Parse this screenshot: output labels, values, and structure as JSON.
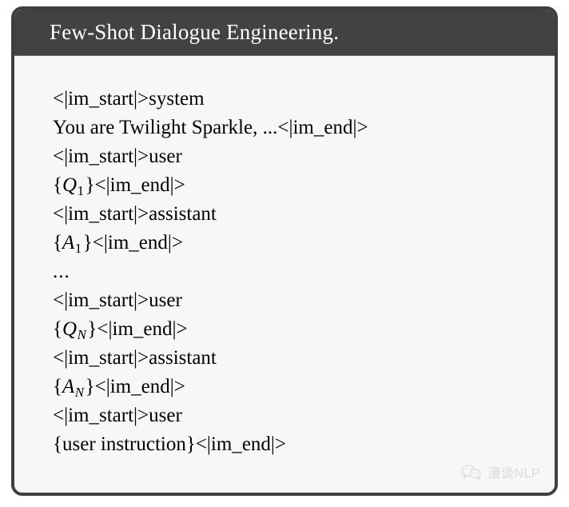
{
  "figure": {
    "title": "Few-Shot Dialogue Engineering.",
    "header_bg": "#424242",
    "body_bg": "#f7f7f7",
    "border_color": "#3f3f3f",
    "title_color": "#ffffff",
    "text_color": "#000000"
  },
  "prompt": {
    "lines": [
      {
        "id": "line-1",
        "text": "<|im_start|>system"
      },
      {
        "id": "line-2",
        "text": "You are Twilight Sparkle, ...<|im_end|>"
      },
      {
        "id": "line-3",
        "text": "<|im_start|>user"
      },
      {
        "id": "line-4",
        "prefix": "{",
        "var": "Q",
        "sub": "1",
        "sub_italic": false,
        "suffix": "}<|im_end|>"
      },
      {
        "id": "line-5",
        "text": "<|im_start|>assistant"
      },
      {
        "id": "line-6",
        "prefix": "{",
        "var": "A",
        "sub": "1",
        "sub_italic": false,
        "suffix": "}<|im_end|>"
      },
      {
        "id": "line-7",
        "text": "..."
      },
      {
        "id": "line-8",
        "text": "<|im_start|>user"
      },
      {
        "id": "line-9",
        "prefix": "{",
        "var": "Q",
        "sub": "N",
        "sub_italic": true,
        "suffix": "}<|im_end|>"
      },
      {
        "id": "line-10",
        "text": "<|im_start|>assistant"
      },
      {
        "id": "line-11",
        "prefix": "{",
        "var": "A",
        "sub": "N",
        "sub_italic": true,
        "suffix": "}<|im_end|>"
      },
      {
        "id": "line-12",
        "text": "<|im_start|>user"
      },
      {
        "id": "line-13",
        "text": "{user instruction}<|im_end|>"
      }
    ]
  },
  "watermark": {
    "icon": "wechat-logo-icon",
    "text": "漫谈NLP",
    "color": "#d9d9d9"
  }
}
